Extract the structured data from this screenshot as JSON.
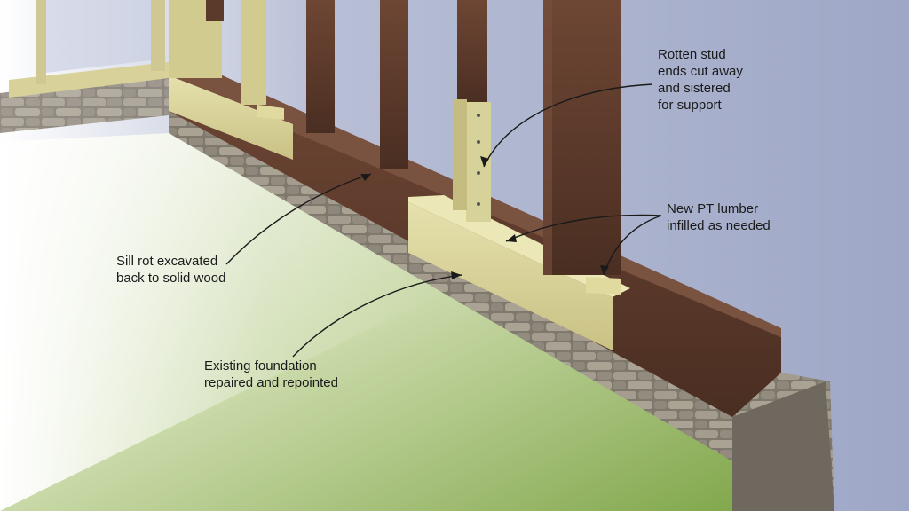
{
  "callouts": {
    "rotten_stud": {
      "lines": [
        "Rotten stud",
        "ends cut away",
        "and sistered",
        "for support"
      ]
    },
    "new_pt_lumber": {
      "lines": [
        "New PT lumber",
        "infilled as needed"
      ]
    },
    "sill_rot": {
      "lines": [
        "Sill rot excavated",
        "back to solid wood"
      ]
    },
    "foundation": {
      "lines": [
        "Existing foundation",
        "repaired and repointed"
      ]
    }
  },
  "colors": {
    "sky": "#9fa8c7",
    "old_wood": "#5b3a2c",
    "pt_lumber": "#d7d19a",
    "stone": "#8b8478",
    "grass": "#8fb35a",
    "leader": "#1a1a1a"
  }
}
